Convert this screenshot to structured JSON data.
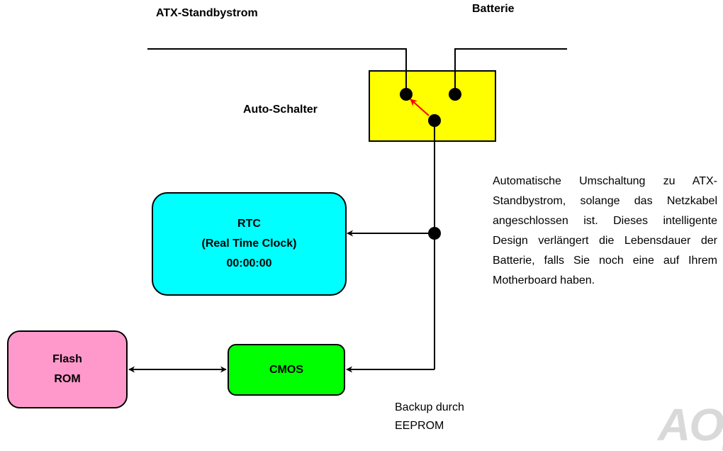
{
  "labels": {
    "atx_standby": "ATX-Standbystrom",
    "battery": "Batterie",
    "auto_switch": "Auto-Schalter"
  },
  "rtc_box": {
    "line1": "RTC",
    "line2": "(Real Time Clock)",
    "line3": "00:00:00"
  },
  "flash_box": {
    "line1": "Flash",
    "line2": "ROM"
  },
  "cmos_box": {
    "label": "CMOS"
  },
  "description": "Automatische Umschaltung zu ATX-Standbystrom, solange das Netzkabel angeschlossen ist. Dieses intelligente Design verlängert die Lebensdauer der Batterie, falls Sie noch eine auf Ihrem Motherboard haben.",
  "backup": {
    "line1": "Backup durch",
    "line2": "EEPROM"
  },
  "logo_text": "AOp",
  "colors": {
    "switch_fill": "#ffff00",
    "rtc_fill": "#00ffff",
    "flash_fill": "#ff99cc",
    "cmos_fill": "#00ff00",
    "switch_arrow": "#ff0000",
    "wire": "#000000"
  }
}
